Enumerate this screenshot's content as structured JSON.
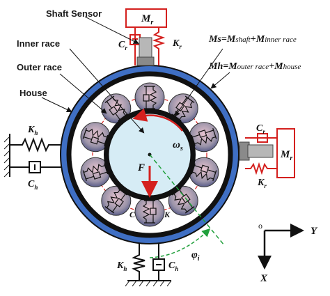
{
  "labels": {
    "shaft_sensor": "Shaft  Sensor",
    "inner_race": "Inner race",
    "outer_race": "Outer race",
    "house": "House"
  },
  "equations": {
    "ms": {
      "lhs": "Ms",
      "eq": "=",
      "m1": "M",
      "s1": "shaft",
      "plus": "+",
      "m2": "M",
      "s2": "inner race"
    },
    "mh": {
      "lhs": "Mh",
      "eq": "=",
      "m1": "M",
      "s1": "outer race",
      "plus": "+",
      "m2": "M",
      "s2": "house"
    }
  },
  "symbols": {
    "mass_top": {
      "base": "M",
      "sub": "r"
    },
    "mass_right": {
      "base": "M",
      "sub": "r"
    },
    "c_r_top": {
      "base": "C",
      "sub": "r"
    },
    "k_r_top": {
      "base": "K",
      "sub": "r"
    },
    "c_r_right": {
      "base": "C",
      "sub": "r"
    },
    "k_r_right": {
      "base": "K",
      "sub": "r"
    },
    "k_h_left": {
      "base": "K",
      "sub": "h"
    },
    "c_h_left": {
      "base": "C",
      "sub": "h"
    },
    "k_h_bottom": {
      "base": "K",
      "sub": "h"
    },
    "c_h_bottom": {
      "base": "C",
      "sub": "h"
    },
    "omega": {
      "base": "ω",
      "sub": "s"
    },
    "phi": {
      "base": "φ",
      "sub": "i"
    },
    "force": "F",
    "contact_c": "C",
    "contact_k": "K"
  },
  "axes": {
    "origin": "o",
    "y": "Y",
    "x": "X"
  },
  "colors": {
    "house_blue": "#3f6fc4",
    "race_black": "#111111",
    "shaft_fill": "#d6ecf5",
    "ball_fill": "#9a93a8",
    "red": "#d4201e",
    "green": "#21a03c",
    "spring": "#1a1a1a"
  }
}
